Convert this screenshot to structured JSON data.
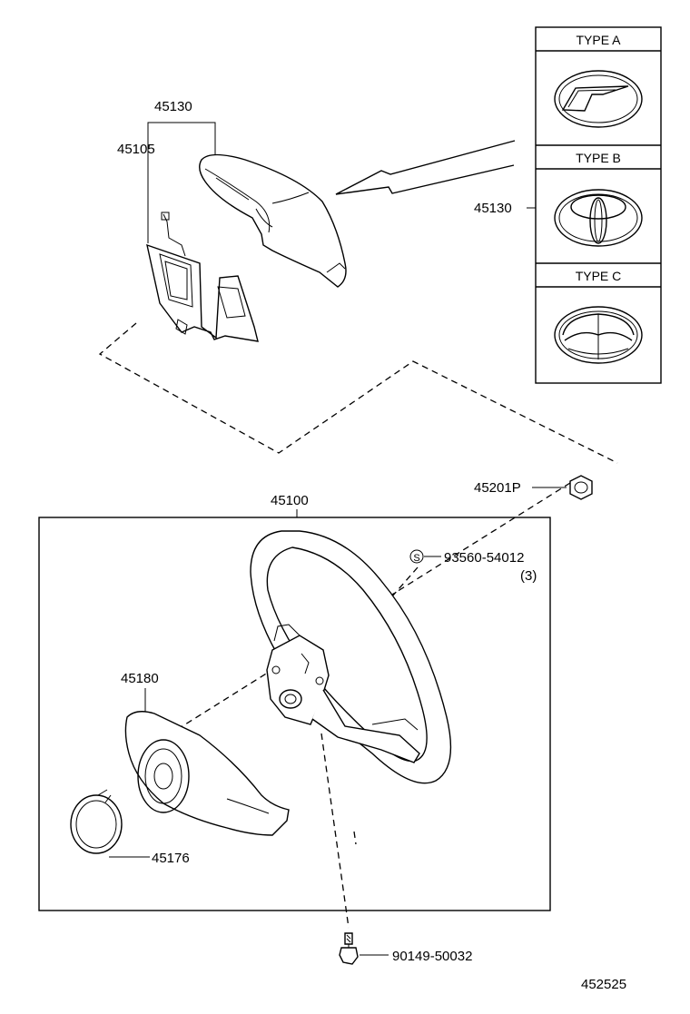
{
  "labels": {
    "pad_assembly": "45130",
    "pad_bracket": "45105",
    "emblem": "45130",
    "nut": "45201P",
    "wheel_assembly": "45100",
    "screw": "93560-54012",
    "screw_qty": "(3)",
    "cover": "45180",
    "spiral_plate": "45176",
    "bolt": "90149-50032",
    "diagram_number": "452525"
  },
  "emblem_types": [
    {
      "label": "TYPE A"
    },
    {
      "label": "TYPE B"
    },
    {
      "label": "TYPE C"
    }
  ],
  "screw_symbol": "S"
}
